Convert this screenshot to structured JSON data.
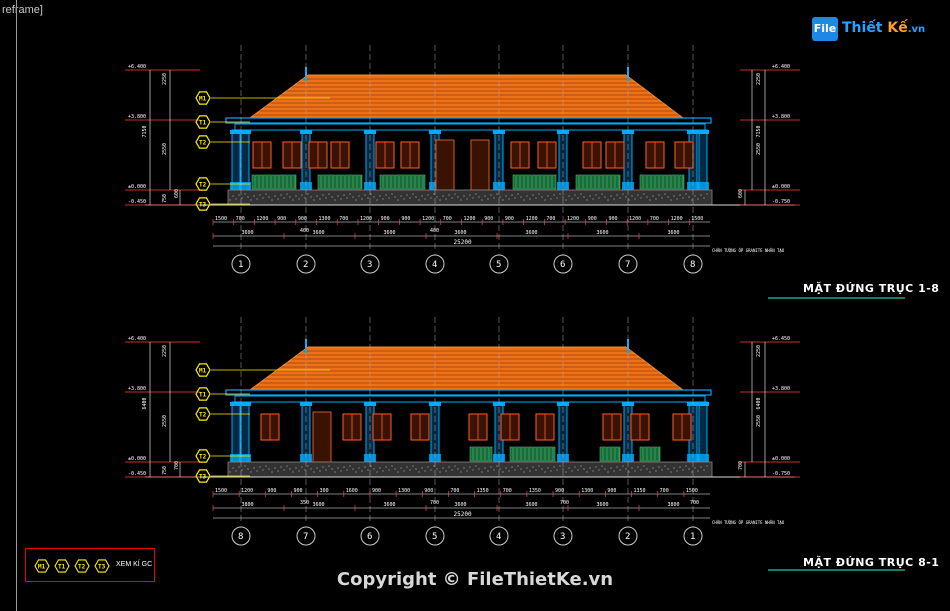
{
  "viewport_label": "reframe]",
  "logo": {
    "prefix": "File",
    "mid": "Thiết ",
    "ke": "Kế",
    "tld": ".vn"
  },
  "elevation_top": {
    "title": "MẶT ĐỨNG TRỤC 1-8",
    "axes": [
      "1",
      "2",
      "3",
      "4",
      "5",
      "6",
      "7",
      "8"
    ],
    "levels_left": [
      "+6.400",
      "+3.800",
      "±0.000",
      "-0.450"
    ],
    "levels_right": [
      "+6.400",
      "+3.800",
      "±0.000",
      "-0.750"
    ],
    "height_dims": [
      "2250",
      "2550",
      "600",
      "750",
      "7150"
    ],
    "tags": [
      "M1",
      "T1",
      "T2",
      "T2",
      "T3"
    ],
    "dim_row1": [
      "1500",
      "700",
      "1200",
      "900",
      "900",
      "1300",
      "700",
      "1200",
      "900",
      "900",
      "1200",
      "700",
      "1200",
      "900",
      "900",
      "1200",
      "700",
      "1200",
      "900",
      "900",
      "1200",
      "700",
      "1200",
      "1500"
    ],
    "dim_row2": [
      "3600",
      "3600",
      "3600",
      "3600",
      "3600",
      "3600",
      "3600"
    ],
    "dim_mid": [
      "400",
      "400"
    ],
    "total": "25200",
    "note": "CHÂN TƯỜNG ỐP GRANITE NHÂN TẠO"
  },
  "elevation_bottom": {
    "title": "MẶT ĐỨNG TRỤC 8-1",
    "axes": [
      "8",
      "7",
      "6",
      "5",
      "4",
      "3",
      "2",
      "1"
    ],
    "levels_left": [
      "+6.400",
      "+3.800",
      "±0.000",
      "-0.450"
    ],
    "levels_right": [
      "+6.450",
      "+3.800",
      "±0.000",
      "-0.750"
    ],
    "height_dims": [
      "2250",
      "2550",
      "700",
      "750",
      "6400"
    ],
    "tags": [
      "M1",
      "T1",
      "T2",
      "T2",
      "T3"
    ],
    "dim_row1": [
      "1500",
      "1200",
      "900",
      "900",
      "300",
      "1600",
      "900",
      "1300",
      "900",
      "700",
      "1350",
      "700",
      "1350",
      "900",
      "1300",
      "900",
      "1350",
      "700",
      "1500"
    ],
    "dim_row2": [
      "3800",
      "3600",
      "3600",
      "3600",
      "3600",
      "3600",
      "3800"
    ],
    "dim_mid": [
      "350",
      "700",
      "700",
      "700"
    ],
    "total": "25200",
    "note": "CHÂN TƯỜNG ỐP GRANITE NHÂN TẠO"
  },
  "legend": {
    "tags": [
      "M1",
      "T1",
      "T2",
      "T3"
    ],
    "label": "XEM KÍ GC"
  },
  "copyright": "Copyright © FileThietKe.vn",
  "colors": {
    "roof": "#ff7a1a",
    "wall": "#00aaff",
    "window": "#ff5e2a",
    "door": "#d05a2a",
    "green": "#1a6b3a",
    "dim": "#ffffff",
    "level": "#ff4040",
    "tag": "#ffee00"
  }
}
